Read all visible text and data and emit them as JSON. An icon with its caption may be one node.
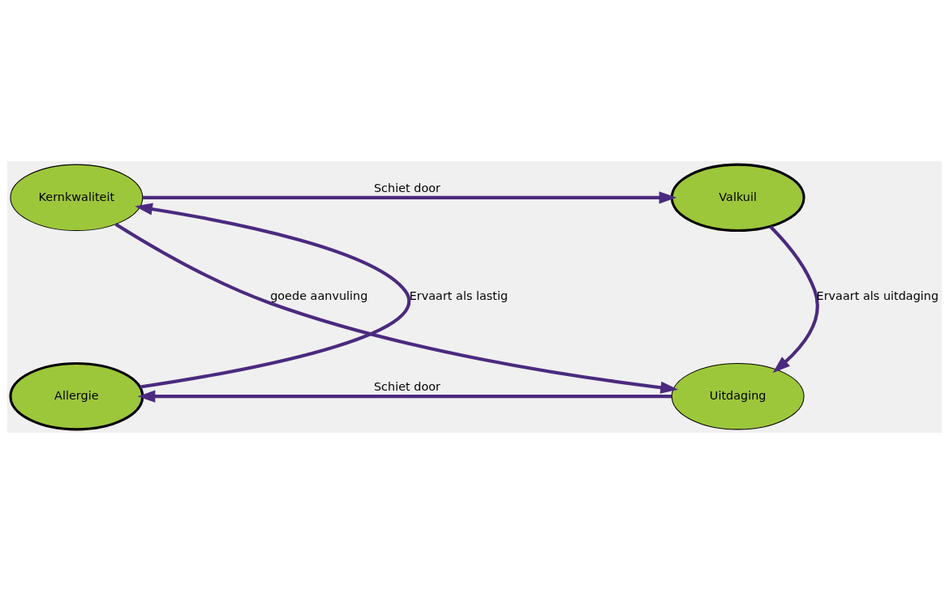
{
  "diagram": {
    "nodes": [
      {
        "text": [
          "Kernkwaliteit"
        ]
      },
      {
        "text": [
          "Valkuil"
        ]
      },
      {
        "text": [
          "Allergie"
        ]
      },
      {
        "text": [
          "Uitdaging"
        ]
      }
    ],
    "edges": [
      {
        "from": 0,
        "to": 1,
        "arrow": "to",
        "label": "Schiet door"
      },
      {
        "from": 0,
        "to": 3,
        "arrow": "to",
        "label": "goede aanvuling"
      },
      {
        "from": 1,
        "to": 3,
        "arrow": "to",
        "label": "Ervaart als uitdaging"
      },
      {
        "from": 3,
        "to": 2,
        "arrow": "to",
        "label": "Schiet door"
      },
      {
        "from": 2,
        "to": 0,
        "arrow": "to",
        "label": "Ervaart als lastig"
      }
    ]
  }
}
